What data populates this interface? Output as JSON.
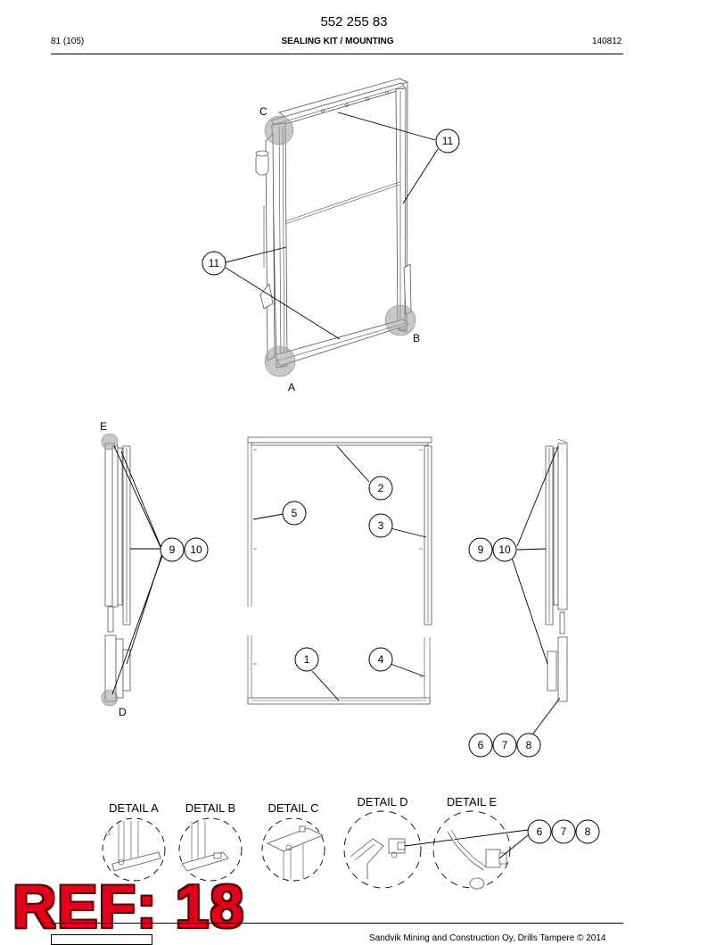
{
  "header": {
    "doc_number": "552 255 83",
    "page": "81 (105)",
    "section": "SEALING KIT / MOUNTING",
    "date_code": "140812"
  },
  "callouts": {
    "top_11_right": "11",
    "top_11_left": "11",
    "letter_c": "C",
    "letter_b": "B",
    "letter_a": "A",
    "letter_e": "E",
    "letter_d": "D",
    "left_9": "9",
    "left_10": "10",
    "right_9": "9",
    "right_10": "10",
    "mid_2": "2",
    "mid_5": "5",
    "mid_3": "3",
    "mid_1": "1",
    "mid_4": "4",
    "right_6": "6",
    "right_7": "7",
    "right_8": "8",
    "bottom_6": "6",
    "bottom_7": "7",
    "bottom_8": "8"
  },
  "details": {
    "a": "DETAIL A",
    "b": "DETAIL B",
    "c": "DETAIL C",
    "d": "DETAIL D",
    "e": "DETAIL E"
  },
  "stamp": "REF: 18",
  "footer": {
    "copyright": "Sandvik Mining and Construction Oy, Drills Tampere © 2014"
  }
}
